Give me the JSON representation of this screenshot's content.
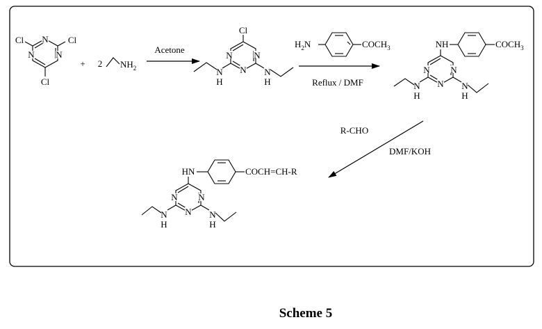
{
  "caption": "Scheme 5",
  "reagents": {
    "plus": "+",
    "coefficient": "2",
    "amine_group": "NH",
    "amine_sub": "2"
  },
  "conditions": {
    "step1": "Acetone",
    "step2": "Reflux / DMF",
    "step3_reagent": "R-CHO",
    "step3_conditions": "DMF/KOH"
  },
  "atoms": {
    "cl": "Cl",
    "n": "N",
    "nh": "NH",
    "hn": "HN",
    "h": "H",
    "h2n": "H",
    "h2n_sub": "2",
    "h2n_n": "N",
    "acetyl": "COCH",
    "acetyl_sub": "3",
    "chalcone": "COCH=CH-R"
  },
  "colors": {
    "frame": "#000000",
    "background": "#ffffff"
  }
}
